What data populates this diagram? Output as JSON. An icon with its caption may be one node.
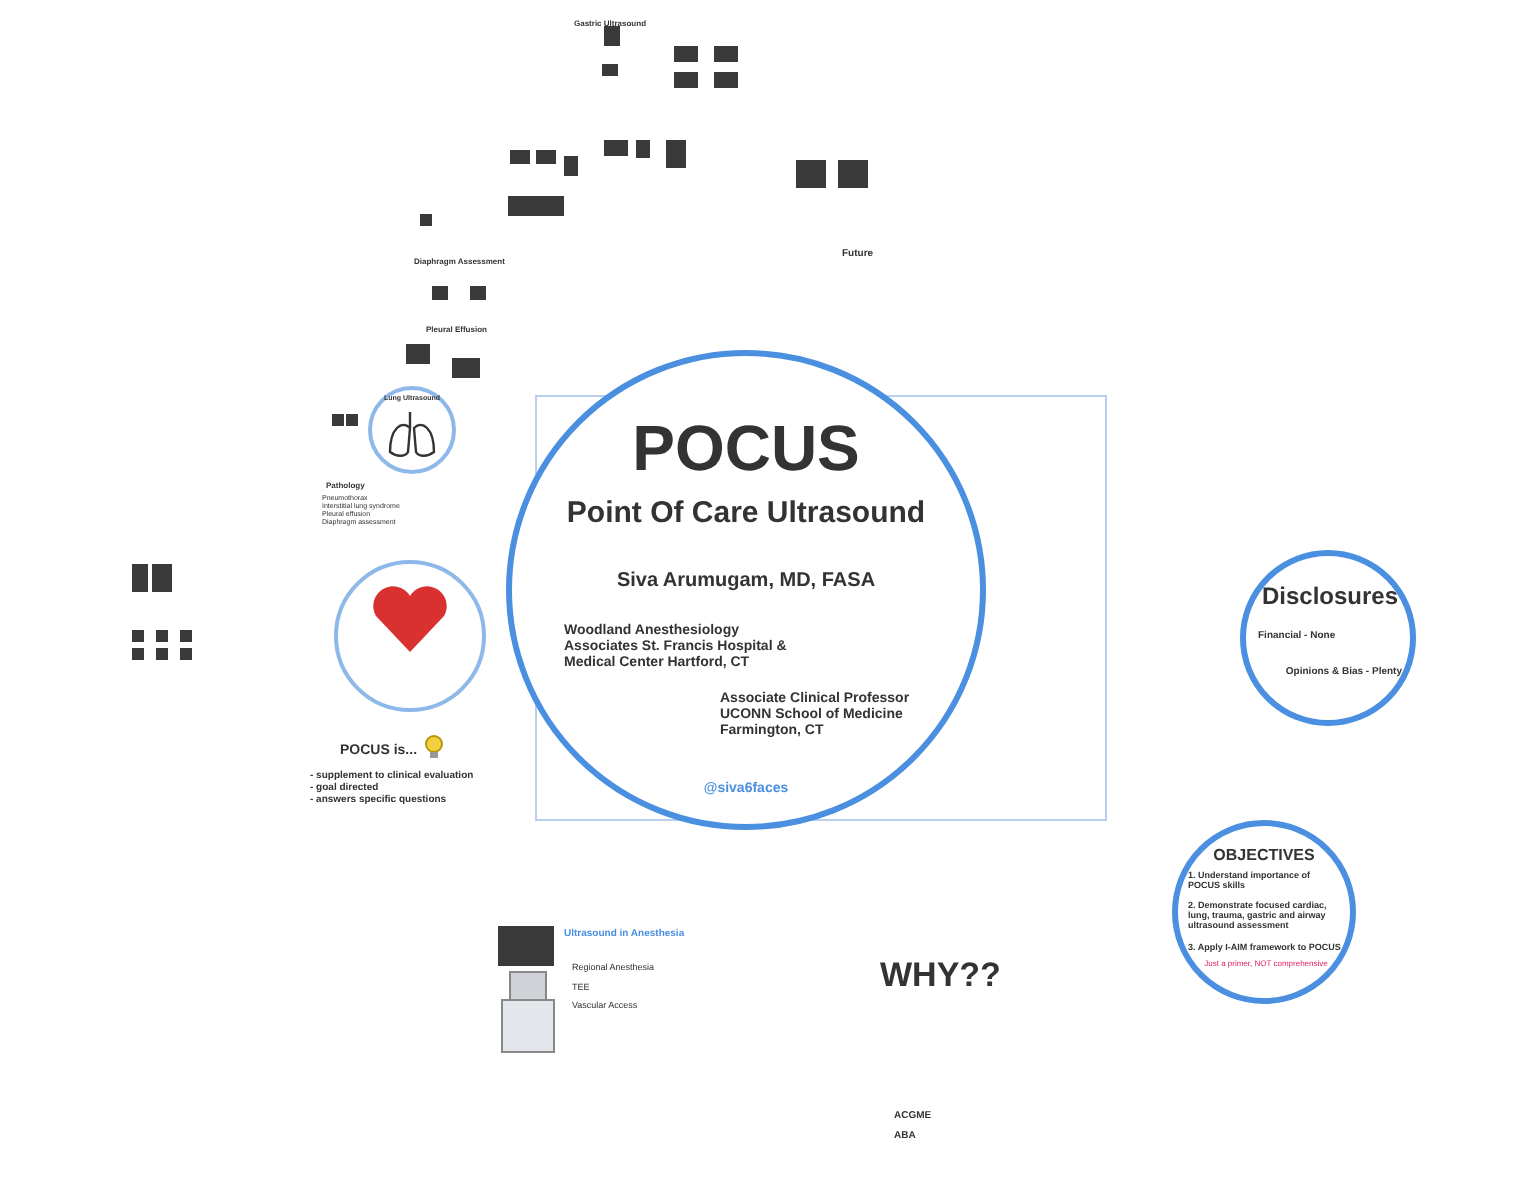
{
  "diagram": {
    "nodes": [
      {
        "text": [
          "POCUS",
          "Point Of Care Ultrasound",
          "Siva Arumugam, MD, FASA",
          "Woodland Anesthesiology Associates St. Francis Hospital & Medical Center Hartford, CT",
          "Associate Clinical Professor UCONN School of Medicine Farmington, CT",
          "@siva6faces"
        ]
      },
      {
        "text": [
          "Disclosures",
          "Financial - None",
          "Opinions & Bias - Plenty"
        ]
      },
      {
        "text": [
          "OBJECTIVES",
          "1. Understand importance of POCUS skills",
          "2. Demonstrate focused cardiac, lung, trauma, gastric and airway ultrasound assessment",
          "3. Apply I-AIM framework to POCUS",
          "Just a primer, NOT comprehensive"
        ]
      },
      {
        "text": [
          "Lung Ultrasound"
        ]
      },
      {
        "text": [],
        "shape": "circle"
      }
    ],
    "edges": [],
    "labels": [
      "Gastric Ultrasound",
      "Future",
      "Diaphragm Assessment",
      "Pleural Effusion",
      "Pathology",
      "Pneumothorax",
      "Interstitial lung syndrome",
      "Pleural effusion",
      "Diaphragm assessment",
      "POCUS is...",
      "- supplement to clinical evaluation",
      "- goal directed",
      "- answers specific questions",
      "Ultrasound in Anesthesia",
      "Regional Anesthesia",
      "TEE",
      "Vascular Access",
      "WHY??",
      "ACGME",
      "ABA"
    ]
  }
}
